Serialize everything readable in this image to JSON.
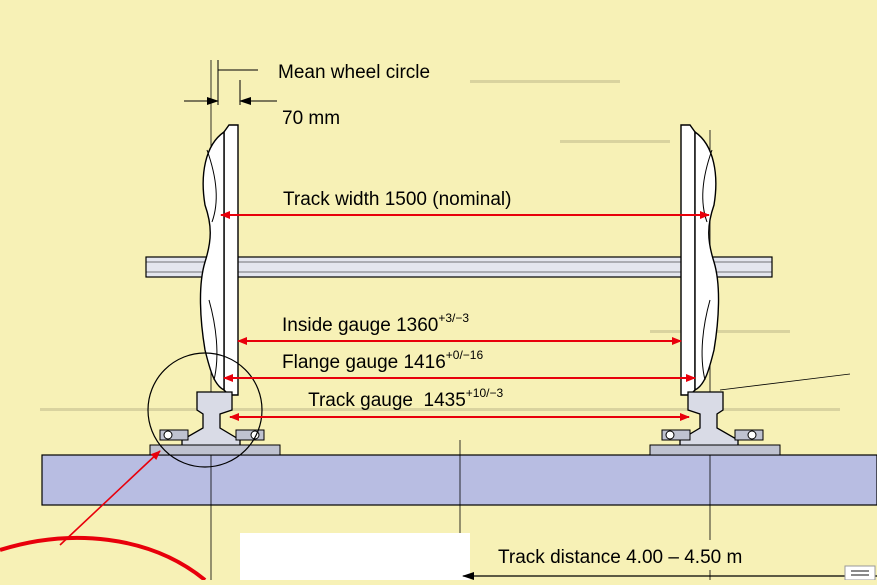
{
  "labels": {
    "mean_wheel_circle": "Mean wheel circle",
    "wheel_offset": "70 mm",
    "track_width": "Track width 1500 (nominal)",
    "inside_gauge": "Inside gauge 1360",
    "inside_gauge_tol": "+3/−3",
    "flange_gauge": "Flange gauge 1416",
    "flange_gauge_tol": "+0/−16",
    "track_gauge": "Track gauge  1435",
    "track_gauge_tol": "+10/−3",
    "track_distance": "Track distance 4.00 – 4.50 m"
  },
  "colors": {
    "background": "#f7f1b6",
    "sleeper": "#b8bde2",
    "dimension_arrow": "#e8000b",
    "line": "#000000",
    "wheel_fill": "#ffffff",
    "axle_fill": "#e4e6ee"
  }
}
